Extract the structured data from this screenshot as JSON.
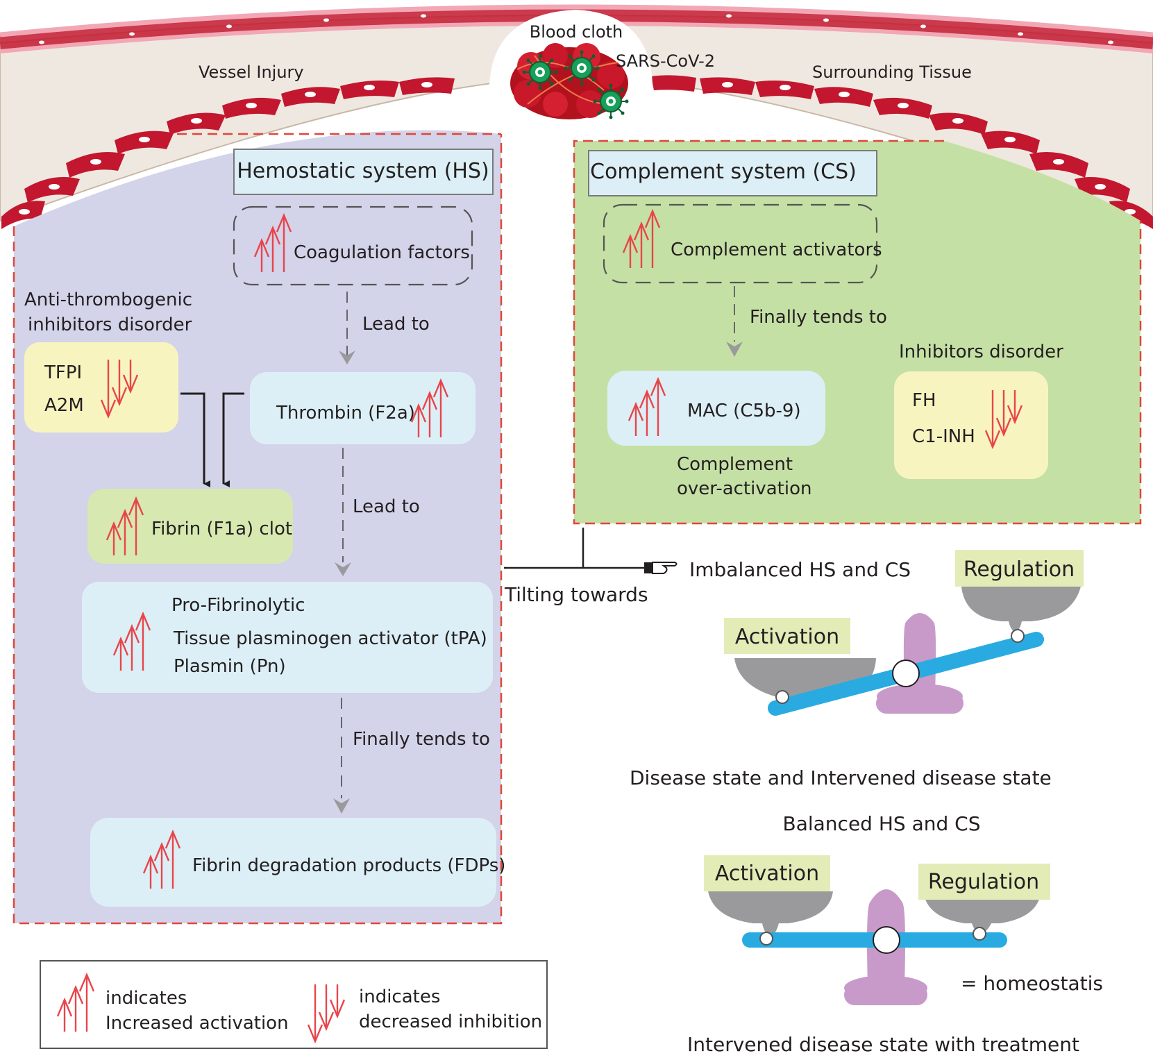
{
  "vessel": {
    "clot_label": "Blood cloth",
    "virus_label": "SARS-CoV-2",
    "injury_label": "Vessel Injury",
    "tissue_label": "Surrounding Tissue"
  },
  "hemostatic": {
    "title": "Hemostatic  system (HS)",
    "coagulation": "Coagulation factors",
    "lead_to_1": "Lead to",
    "thrombin": "Thrombin (F2a)",
    "inhibitors_heading_1": "Anti-thrombogenic",
    "inhibitors_heading_2": "inhibitors disorder",
    "inhibitor_1": "TFPI",
    "inhibitor_2": "A2M",
    "fibrin_clot": "Fibrin (F1a) clot",
    "lead_to_2": "Lead to",
    "profib_title": "Pro-Fibrinolytic",
    "profib_line_1": "Tissue plasminogen activator (tPA)",
    "profib_line_2": "Plasmin (Pn)",
    "finally": "Finally tends to",
    "fdp": "Fibrin degradation products (FDPs)"
  },
  "complement": {
    "title": "Complement system (CS)",
    "activators": "Complement activators",
    "finally": "Finally tends to",
    "mac": "MAC (C5b-9)",
    "overactivation_1": "Complement",
    "overactivation_2": "over-activation",
    "inhibitors_heading": "Inhibitors disorder",
    "inhibitor_1": "FH",
    "inhibitor_2": "C1-INH"
  },
  "balance": {
    "tilting": "Tilting  towards",
    "imbalanced": "Imbalanced HS and CS",
    "regulation_1": "Regulation",
    "activation_1": "Activation",
    "disease_state": "Disease  state  and Intervened  disease state",
    "balanced": "Balanced HS and CS",
    "activation_2": "Activation",
    "regulation_2": "Regulation",
    "homeostatis": "= homeostatis",
    "treatment": "Intervened disease state with treatment"
  },
  "legend": {
    "up_line_1": "indicates",
    "up_line_2": "Increased activation",
    "down_line_1": "indicates",
    "down_line_2": "decreased inhibition"
  },
  "colors": {
    "hs_panel": "#d3d3ea",
    "cs_panel": "#c5e0a5",
    "light_box": "#dceff6",
    "yellow_box": "#f8f4c0",
    "green_box": "#d7e9b1",
    "dashed_border": "#e0463a",
    "arrow_red": "#e8454b",
    "beam_blue": "#29abe2",
    "fulcrum_purple": "#c89ac9",
    "pan_grey": "#9a9a9c",
    "vessel_red": "#c2172e",
    "tissue_beige": "#efe8e0"
  }
}
